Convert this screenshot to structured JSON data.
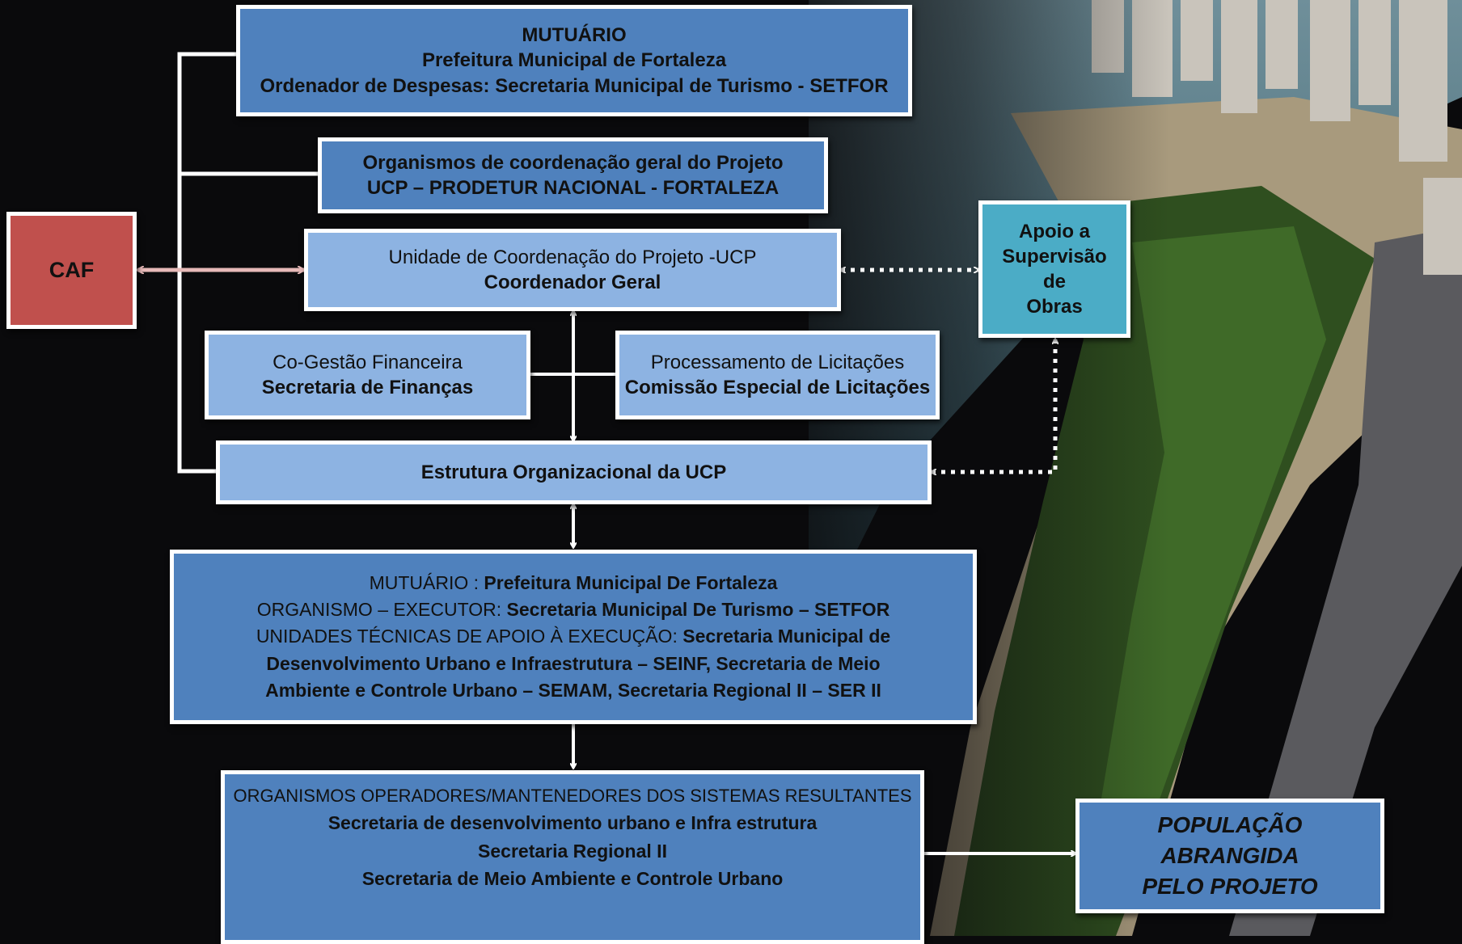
{
  "caf": {
    "label": "CAF"
  },
  "mutuario_top": {
    "line1": "MUTUÁRIO",
    "line2": "Prefeitura Municipal de Fortaleza",
    "line3": "Ordenador de Despesas: Secretaria Municipal de Turismo - SETFOR"
  },
  "organismos": {
    "line1": "Organismos de coordenação geral do Projeto",
    "line2": "UCP – PRODETUR NACIONAL - FORTALEZA"
  },
  "ucp": {
    "line1": "Unidade de Coordenação do Projeto -UCP",
    "line2": "Coordenador Geral"
  },
  "apoio": {
    "lines": [
      "Apoio a",
      "Supervisão",
      "de",
      "Obras"
    ]
  },
  "cogestao": {
    "line1": "Co-Gestão Financeira",
    "line2": "Secretaria de Finanças"
  },
  "licitacoes": {
    "line1": "Processamento de Licitações",
    "line2": "Comissão Especial de Licitações"
  },
  "estrutura": {
    "label": "Estrutura Organizacional da UCP"
  },
  "executor": {
    "l1_label": "MUTUÁRIO : ",
    "l1_value": "Prefeitura Municipal De Fortaleza",
    "l2_label": "ORGANISMO – EXECUTOR: ",
    "l2_value": "Secretaria Municipal De Turismo – SETFOR",
    "l3_label": "UNIDADES TÉCNICAS DE APOIO À EXECUÇÃO:  ",
    "l3_value": "Secretaria Municipal de",
    "l4": "Desenvolvimento Urbano e Infraestrutura – SEINF, Secretaria de Meio",
    "l5": "Ambiente e Controle Urbano – SEMAM, Secretaria Regional II – SER II"
  },
  "operadores": {
    "line1": "ORGANISMOS OPERADORES/MANTENEDORES DOS SISTEMAS RESULTANTES",
    "line2": "Secretaria de desenvolvimento urbano e  Infra estrutura",
    "line3": "Secretaria Regional II",
    "line4": "Secretaria de Meio Ambiente e Controle Urbano"
  },
  "populacao": {
    "lines": [
      "POPULAÇÃO",
      "ABRANGIDA",
      "PELO PROJETO"
    ]
  },
  "colors": {
    "dark_blue": "#4f81bd",
    "light_blue": "#8db3e2",
    "teal": "#4bacc6",
    "red": "#c0504d",
    "connector": "#ffffff",
    "caf_arrow": "#e6b9b8"
  }
}
